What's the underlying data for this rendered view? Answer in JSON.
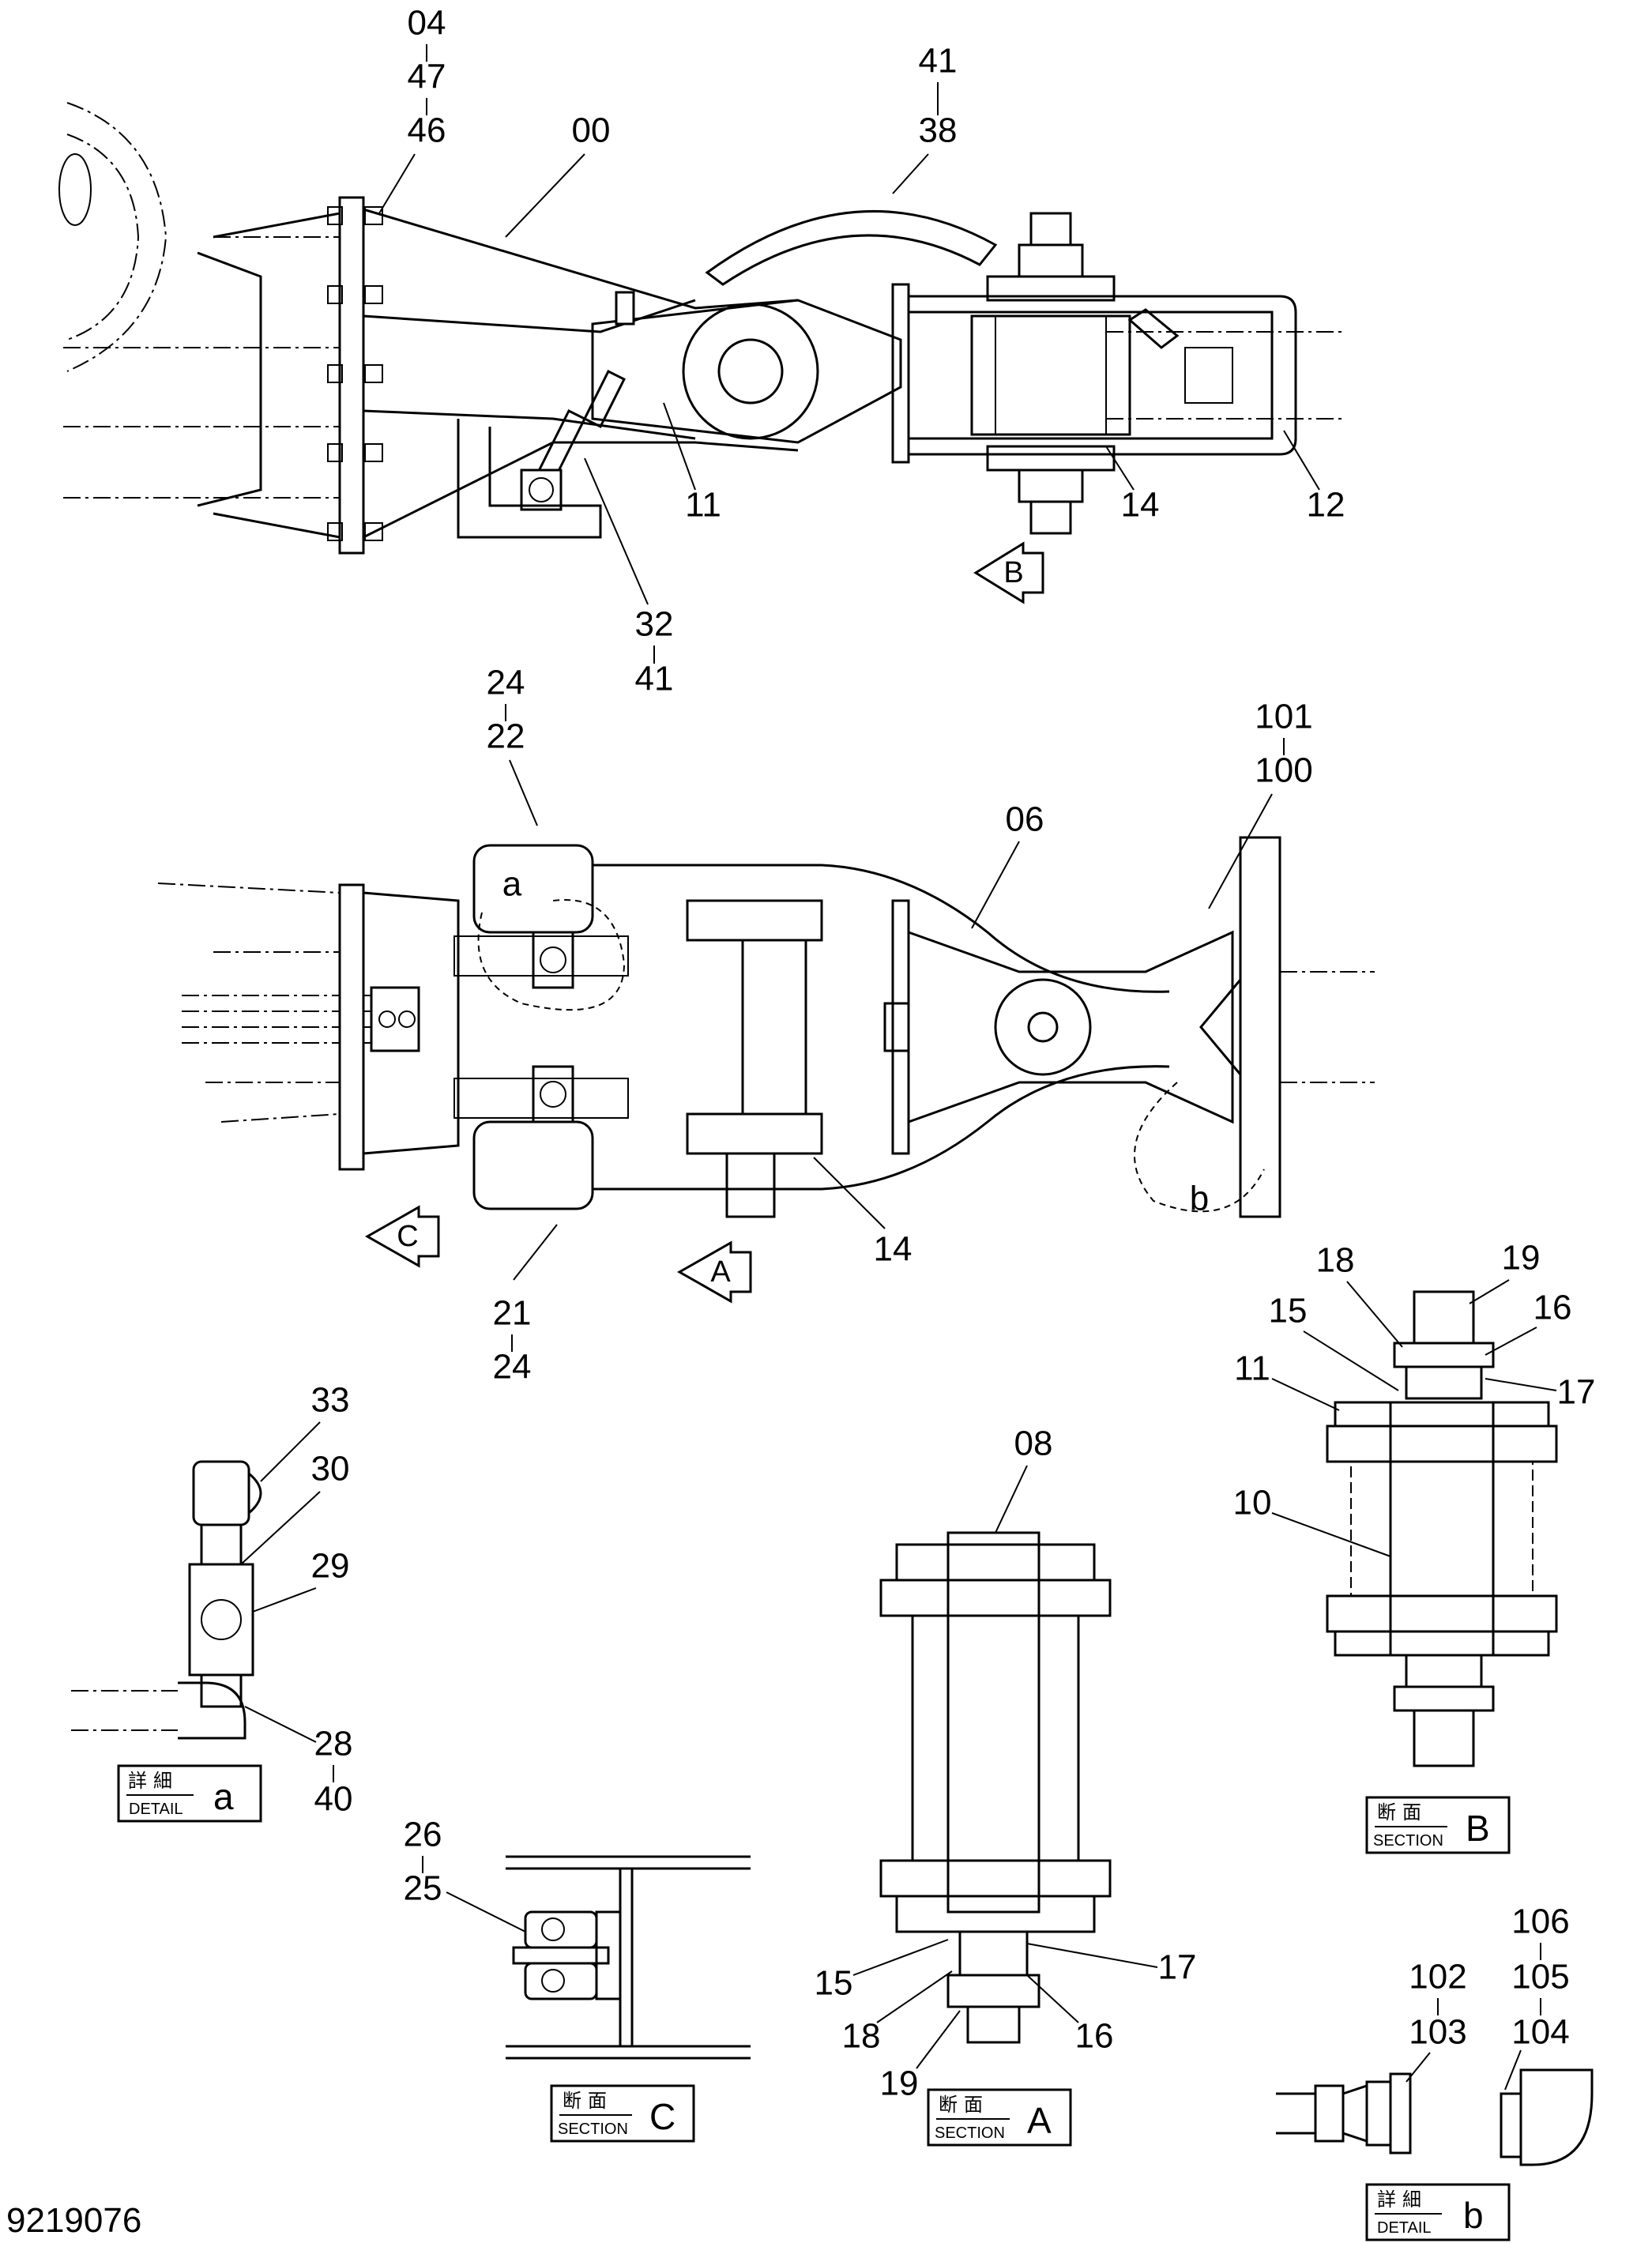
{
  "drawing_number": "9219076",
  "views": {
    "top": {
      "callouts": [
        "04",
        "47",
        "46",
        "00",
        "41",
        "38",
        "11",
        "14",
        "12",
        "32",
        "41"
      ],
      "section_arrow": "B"
    },
    "middle": {
      "callouts": [
        "24",
        "22",
        "101",
        "100",
        "06",
        "a",
        "b",
        "14",
        "21",
        "24"
      ],
      "section_arrows": [
        "C",
        "A"
      ]
    },
    "detail_a": {
      "callouts": [
        "33",
        "30",
        "29",
        "28",
        "40"
      ],
      "label_jp": "詳細",
      "label_en": "DETAIL",
      "label_id": "a"
    },
    "section_c": {
      "callouts": [
        "26",
        "25"
      ],
      "label_jp": "断面",
      "label_en": "SECTION",
      "label_id": "C"
    },
    "section_a": {
      "callouts": [
        "08",
        "15",
        "17",
        "18",
        "16",
        "19"
      ],
      "label_jp": "断面",
      "label_en": "SECTION",
      "label_id": "A"
    },
    "section_b": {
      "callouts": [
        "18",
        "19",
        "15",
        "16",
        "11",
        "17",
        "10"
      ],
      "label_jp": "断面",
      "label_en": "SECTION",
      "label_id": "B"
    },
    "detail_b": {
      "callouts": [
        "106",
        "105",
        "104",
        "102",
        "103"
      ],
      "label_jp": "詳細",
      "label_en": "DETAIL",
      "label_id": "b"
    }
  }
}
